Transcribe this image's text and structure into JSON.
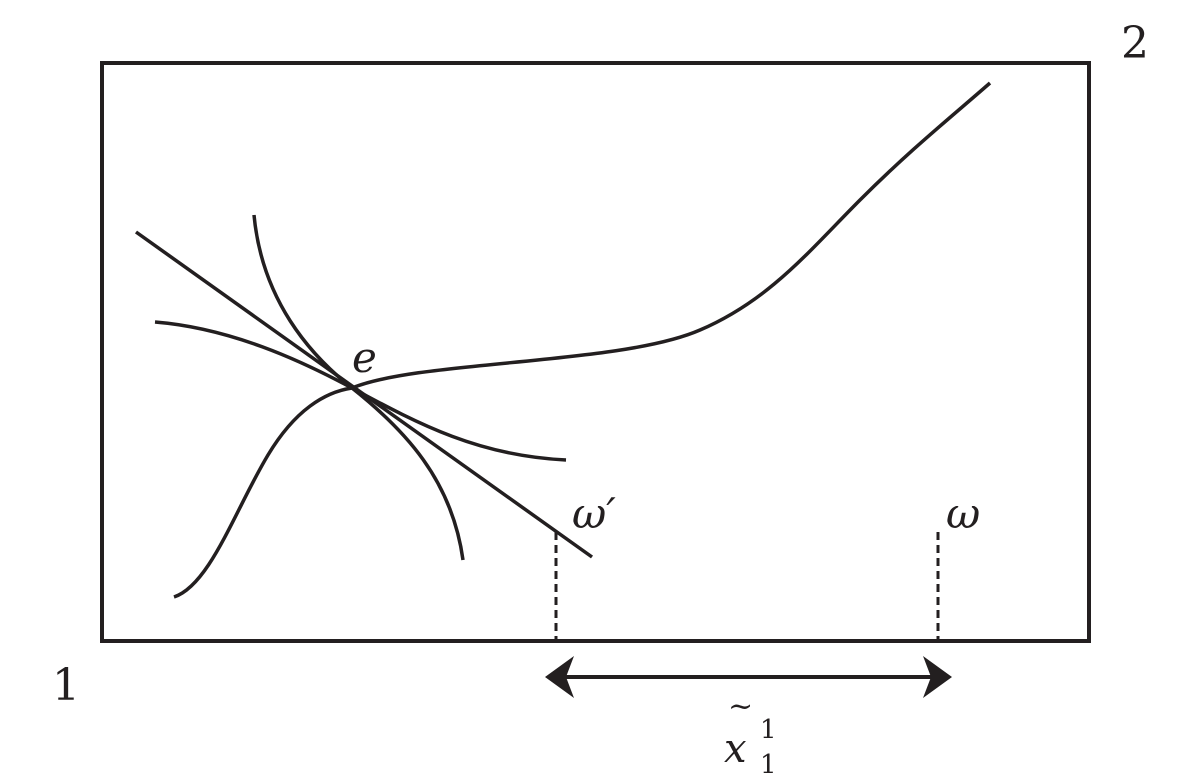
{
  "labels": {
    "origin_1": "1",
    "origin_2": "2",
    "point_e": "e",
    "omega_prime": "ω′",
    "omega": "ω",
    "x_var": "x",
    "x_tilde": "~",
    "x_superscript": "1",
    "x_subscript": "1"
  },
  "colors": {
    "ink": "#231f20"
  }
}
